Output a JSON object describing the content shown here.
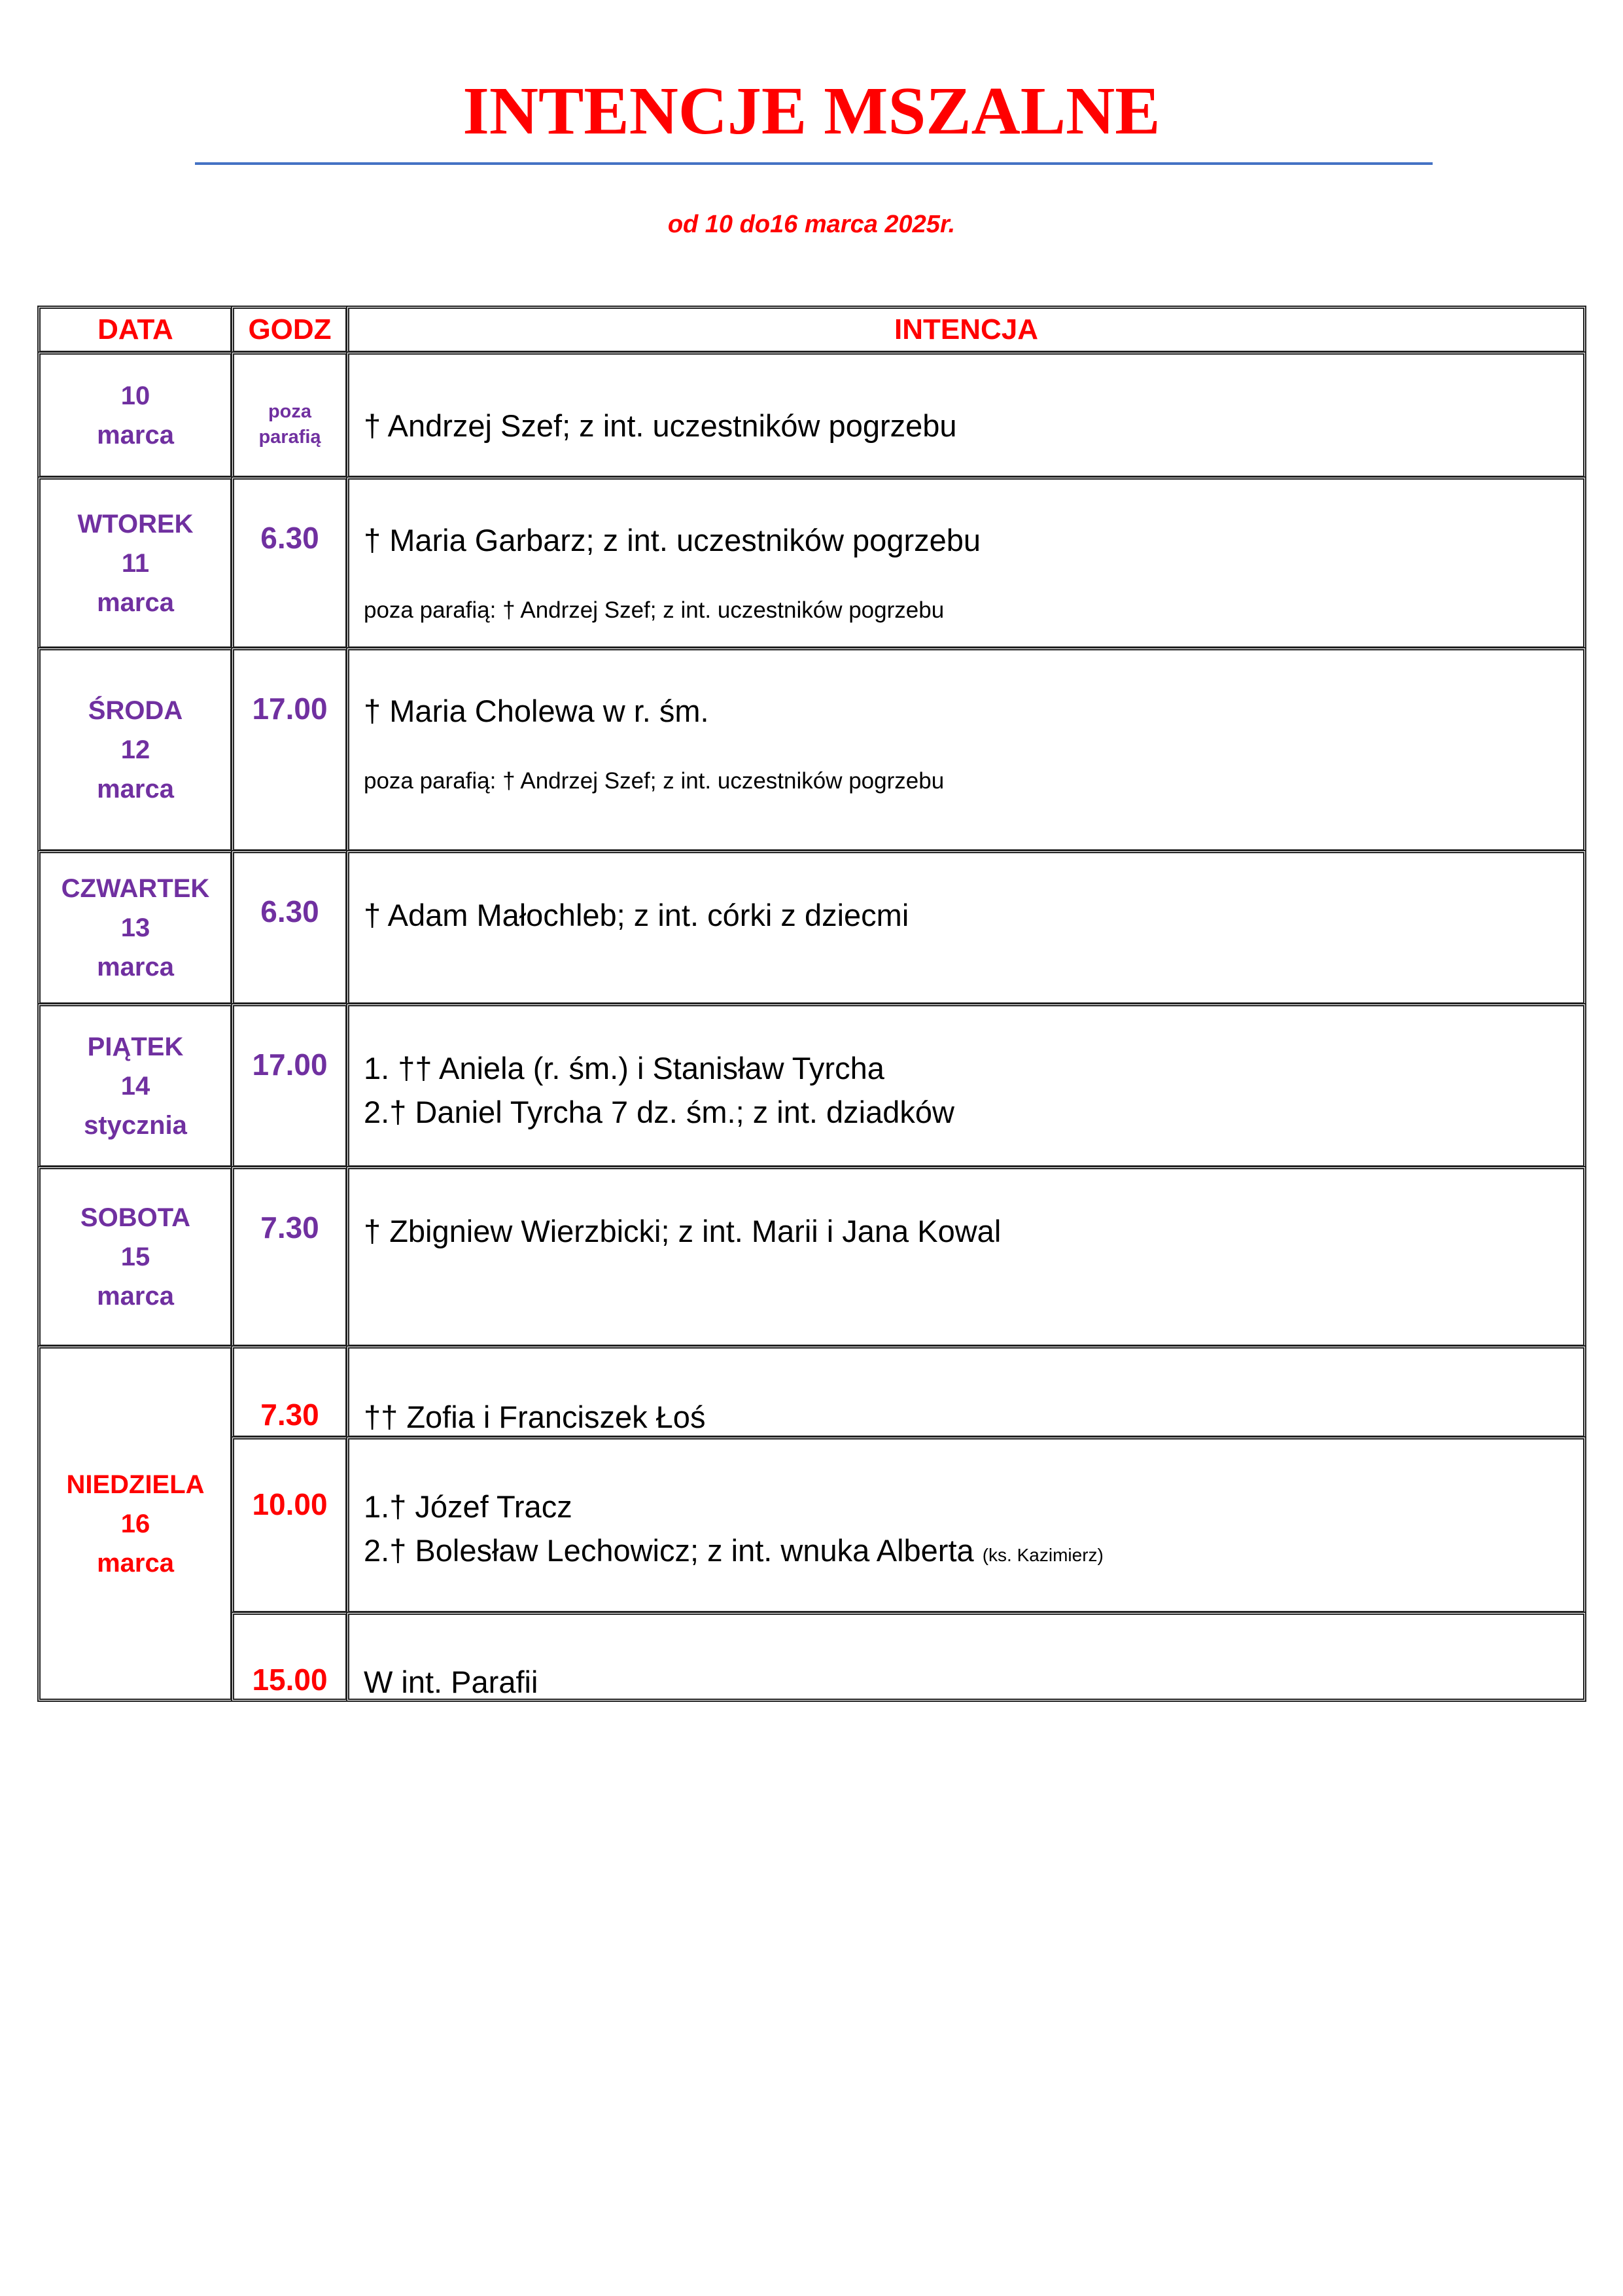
{
  "document": {
    "title": "INTENCJE MSZALNE",
    "subtitle": "od 10 do16 marca 2025r."
  },
  "table": {
    "headers": [
      "DATA",
      "GODZ",
      "INTENCJA"
    ],
    "rows": [
      {
        "day": "",
        "num": "10",
        "month": "marca",
        "time_line1": "poza",
        "time_line2": "parafią",
        "lines": [
          "† Andrzej Szef; z int. uczestników pogrzebu"
        ],
        "note": ""
      },
      {
        "day": "WTOREK",
        "num": "11",
        "month": "marca",
        "time": "6.30",
        "lines": [
          "† Maria Garbarz; z int. uczestników pogrzebu"
        ],
        "note": "poza parafią: † Andrzej Szef; z int. uczestników pogrzebu"
      },
      {
        "day": "ŚRODA",
        "num": "12",
        "month": "marca",
        "time": "17.00",
        "lines": [
          "† Maria Cholewa w r. śm."
        ],
        "note": "poza parafią: † Andrzej Szef; z int. uczestników pogrzebu"
      },
      {
        "day": "CZWARTEK",
        "num": "13",
        "month": "marca",
        "time": "6.30",
        "lines": [
          "† Adam Małochleb; z int. córki z dziecmi"
        ],
        "note": ""
      },
      {
        "day": "PIĄTEK",
        "num": "14",
        "month": "stycznia",
        "time": "17.00",
        "lines": [
          "1. †† Aniela (r. śm.) i Stanisław Tyrcha",
          "2.†  Daniel Tyrcha 7 dz. śm.; z int. dziadków"
        ],
        "note": ""
      },
      {
        "day": "SOBOTA",
        "num": "15",
        "month": "marca",
        "time": "7.30",
        "lines": [
          "† Zbigniew Wierzbicki; z int. Marii i Jana Kowal"
        ],
        "note": ""
      }
    ],
    "sunday": {
      "day": "NIEDZIELA",
      "num": "16",
      "month": "marca",
      "masses": [
        {
          "time": "7.30",
          "lines": [
            "†† Zofia i Franciszek Łoś"
          ]
        },
        {
          "time": "10.00",
          "lines": [
            "1.† Józef Tracz",
            "2.† Bolesław Lechowicz; z int. wnuka Alberta"
          ],
          "small": "(ks. Kazimierz)"
        },
        {
          "time": "15.00",
          "lines": [
            "W int. Parafii"
          ]
        }
      ]
    }
  }
}
